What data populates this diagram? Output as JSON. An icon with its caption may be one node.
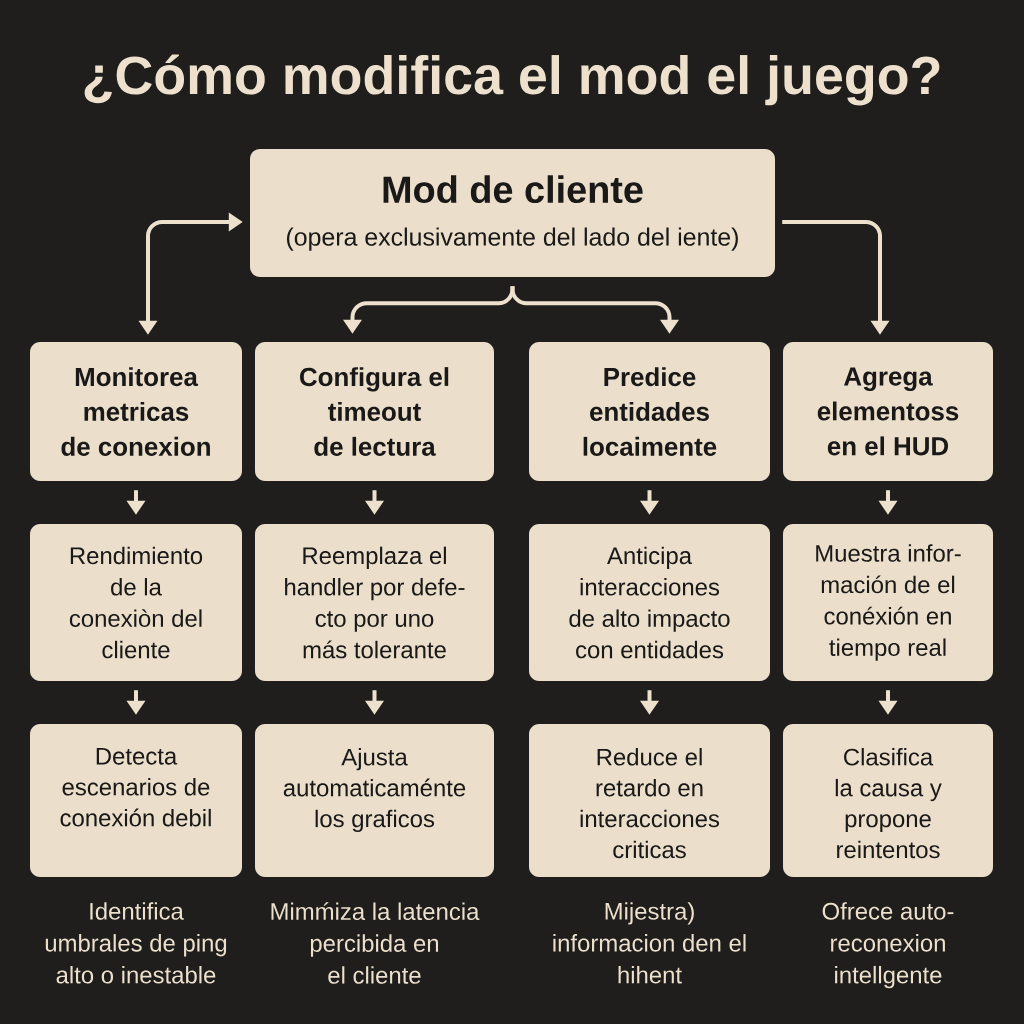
{
  "diagram": {
    "title": "¿Cómo modifica el mod el juego?",
    "nodes": [
      {
        "text": [
          "Mod de cliente",
          "(opera exclusivamente del lado del iente)"
        ]
      },
      {
        "text": [
          "Monitorea metricas de conexion"
        ]
      },
      {
        "text": [
          "Configura el timeout de lectura"
        ]
      },
      {
        "text": [
          "Predice entidades locaimente"
        ]
      },
      {
        "text": [
          "Agrega elementoss en el HUD"
        ]
      },
      {
        "text": [
          "Rendimiento de la conexiòn del cliente"
        ]
      },
      {
        "text": [
          "Reemplaza el handler por defe- cto por uno más tolerante"
        ]
      },
      {
        "text": [
          "Anticipa interacciones de alto impacto con entidades"
        ]
      },
      {
        "text": [
          "Muestra infor- mación de el conéxión en tiempo real"
        ]
      },
      {
        "text": [
          "Detecta escenarios de conexión debil"
        ],
        "beside": [
          "Identifica umbrales de ping alto o inestable"
        ]
      },
      {
        "text": [
          "Ajusta automaticaménte los graficos"
        ],
        "beside": [
          "Mimḿiza la latencia percibida en el cliente"
        ]
      },
      {
        "text": [
          "Reduce el retardo en interacciones criticas"
        ],
        "beside": [
          "Mijestra) informacion den el hihent"
        ]
      },
      {
        "text": [
          "Clasifica la causa y propone reintentos"
        ],
        "beside": [
          "Ofrece auto- reconexion intellgente"
        ]
      }
    ],
    "edges": [
      {
        "from": 0,
        "to": 1,
        "arrow": "both"
      },
      {
        "from": 0,
        "to": 2,
        "arrow": "to"
      },
      {
        "from": 0,
        "to": 3,
        "arrow": "to"
      },
      {
        "from": 0,
        "to": 4,
        "arrow": "to"
      },
      {
        "from": 1,
        "to": 5,
        "arrow": "to"
      },
      {
        "from": 2,
        "to": 6,
        "arrow": "to"
      },
      {
        "from": 3,
        "to": 7,
        "arrow": "to"
      },
      {
        "from": 4,
        "to": 8,
        "arrow": "to"
      },
      {
        "from": 5,
        "to": 9,
        "arrow": "to"
      },
      {
        "from": 6,
        "to": 10,
        "arrow": "to"
      },
      {
        "from": 7,
        "to": 11,
        "arrow": "to"
      },
      {
        "from": 8,
        "to": 12,
        "arrow": "to"
      }
    ]
  }
}
